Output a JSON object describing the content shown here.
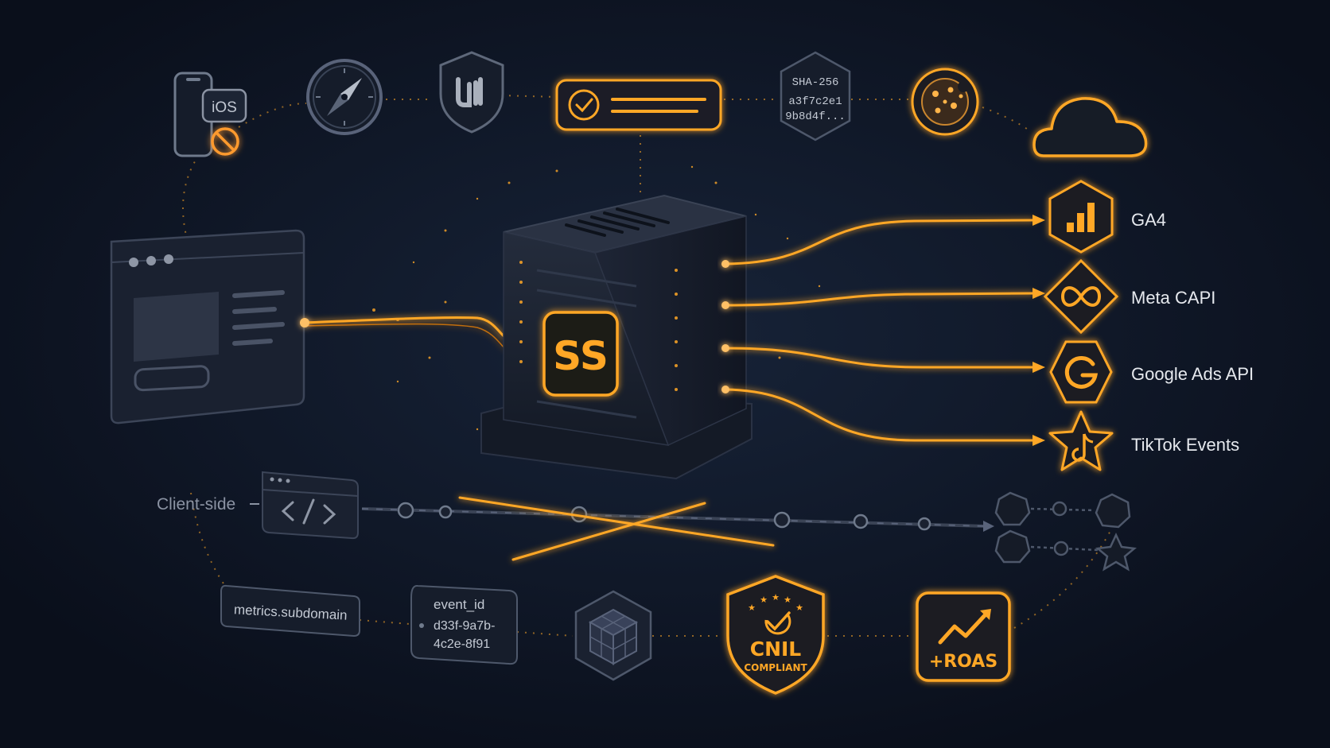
{
  "top_row": {
    "ios_label": "iOS",
    "hash_algo": "SHA-256",
    "hash_line1": "a3f7c2e1",
    "hash_line2": "9b8d4f..."
  },
  "server": {
    "badge": "SS"
  },
  "destinations": [
    {
      "label": "GA4",
      "icon": "bar-chart-icon"
    },
    {
      "label": "Meta CAPI",
      "icon": "infinity-icon"
    },
    {
      "label": "Google Ads API",
      "icon": "google-g-icon"
    },
    {
      "label": "TikTok Events",
      "icon": "tiktok-note-icon"
    }
  ],
  "client_side": {
    "label": "Client-side"
  },
  "bottom_row": {
    "subdomain": "metrics.subdomain",
    "event_id_title": "event_id",
    "event_id_line1": "d33f-9a7b-",
    "event_id_line2": "4c2e-8f91",
    "cnil_title": "CNIL",
    "cnil_sub": "COMPLIANT",
    "roas": "+ROAS"
  },
  "colors": {
    "background": "#0c1322",
    "accent": "#ffa726",
    "panel": "#1a2234",
    "muted": "#8b93a3"
  }
}
